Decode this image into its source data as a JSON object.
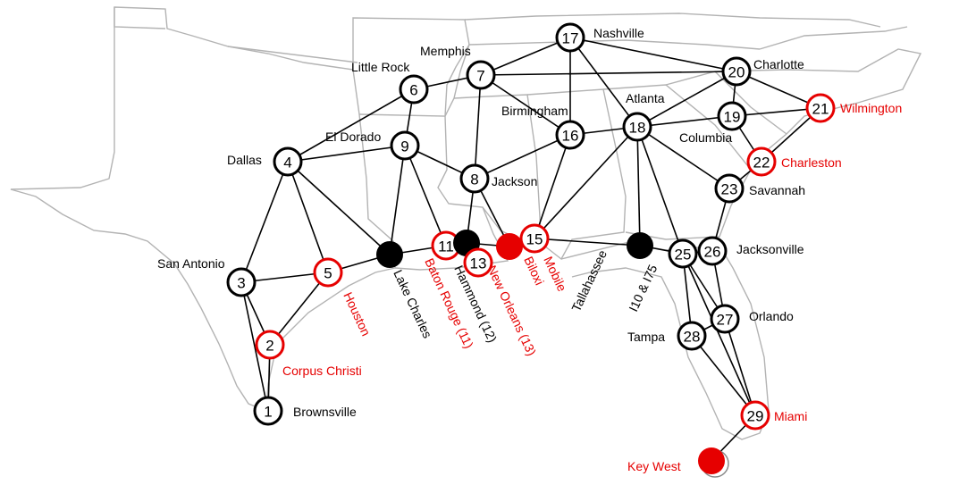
{
  "colors": {
    "normal": "#000000",
    "highlight": "#e60000",
    "outline": "#b3b3b3",
    "node_fill": "#ffffff"
  },
  "nodes": [
    {
      "id": "1",
      "num": "1",
      "style": "ring",
      "color": "black"
    },
    {
      "id": "2",
      "num": "2",
      "style": "ring",
      "color": "red"
    },
    {
      "id": "3",
      "num": "3",
      "style": "ring",
      "color": "black"
    },
    {
      "id": "4",
      "num": "4",
      "style": "ring",
      "color": "black"
    },
    {
      "id": "5",
      "num": "5",
      "style": "ring",
      "color": "red"
    },
    {
      "id": "6",
      "num": "6",
      "style": "ring",
      "color": "black"
    },
    {
      "id": "7",
      "num": "7",
      "style": "ring",
      "color": "black"
    },
    {
      "id": "8",
      "num": "8",
      "style": "ring",
      "color": "black"
    },
    {
      "id": "9",
      "num": "9",
      "style": "ring",
      "color": "black"
    },
    {
      "id": "11",
      "num": "11",
      "style": "ring",
      "color": "red"
    },
    {
      "id": "12",
      "num": "",
      "style": "filled",
      "color": "black"
    },
    {
      "id": "13",
      "num": "13",
      "style": "ring",
      "color": "red"
    },
    {
      "id": "14",
      "num": "",
      "style": "filled",
      "color": "red"
    },
    {
      "id": "15",
      "num": "15",
      "style": "ring",
      "color": "red"
    },
    {
      "id": "16",
      "num": "16",
      "style": "ring",
      "color": "black"
    },
    {
      "id": "17",
      "num": "17",
      "style": "ring",
      "color": "black"
    },
    {
      "id": "18",
      "num": "18",
      "style": "ring",
      "color": "black"
    },
    {
      "id": "19",
      "num": "19",
      "style": "ring",
      "color": "black"
    },
    {
      "id": "20",
      "num": "20",
      "style": "ring",
      "color": "black"
    },
    {
      "id": "21",
      "num": "21",
      "style": "ring",
      "color": "red"
    },
    {
      "id": "22",
      "num": "22",
      "style": "ring",
      "color": "red"
    },
    {
      "id": "23",
      "num": "23",
      "style": "ring",
      "color": "black"
    },
    {
      "id": "24",
      "num": "",
      "style": "filled",
      "color": "black"
    },
    {
      "id": "25",
      "num": "25",
      "style": "ring",
      "color": "black"
    },
    {
      "id": "26",
      "num": "26",
      "style": "ring",
      "color": "black"
    },
    {
      "id": "27",
      "num": "27",
      "style": "ring",
      "color": "black"
    },
    {
      "id": "28",
      "num": "28",
      "style": "ring",
      "color": "black"
    },
    {
      "id": "29",
      "num": "29",
      "style": "ring",
      "color": "red"
    },
    {
      "id": "30",
      "num": "",
      "style": "filled",
      "color": "red"
    },
    {
      "id": "10",
      "num": "",
      "style": "filled",
      "color": "black"
    }
  ],
  "edges": [
    [
      "1",
      "2"
    ],
    [
      "1",
      "3"
    ],
    [
      "2",
      "3"
    ],
    [
      "2",
      "5"
    ],
    [
      "3",
      "4"
    ],
    [
      "3",
      "5"
    ],
    [
      "4",
      "5"
    ],
    [
      "4",
      "6"
    ],
    [
      "4",
      "9"
    ],
    [
      "4",
      "10"
    ],
    [
      "5",
      "10"
    ],
    [
      "6",
      "7"
    ],
    [
      "6",
      "9"
    ],
    [
      "7",
      "8"
    ],
    [
      "7",
      "16"
    ],
    [
      "7",
      "17"
    ],
    [
      "7",
      "20"
    ],
    [
      "8",
      "9"
    ],
    [
      "8",
      "12"
    ],
    [
      "8",
      "14"
    ],
    [
      "9",
      "10"
    ],
    [
      "9",
      "11"
    ],
    [
      "10",
      "11"
    ],
    [
      "11",
      "12"
    ],
    [
      "12",
      "14"
    ],
    [
      "8",
      "16"
    ],
    [
      "14",
      "15"
    ],
    [
      "15",
      "16"
    ],
    [
      "15",
      "18"
    ],
    [
      "15",
      "24"
    ],
    [
      "16",
      "17"
    ],
    [
      "16",
      "18"
    ],
    [
      "17",
      "18"
    ],
    [
      "17",
      "20"
    ],
    [
      "18",
      "19"
    ],
    [
      "18",
      "20"
    ],
    [
      "18",
      "23"
    ],
    [
      "18",
      "24"
    ],
    [
      "18",
      "25"
    ],
    [
      "19",
      "20"
    ],
    [
      "19",
      "21"
    ],
    [
      "19",
      "22"
    ],
    [
      "20",
      "21"
    ],
    [
      "21",
      "22"
    ],
    [
      "22",
      "23"
    ],
    [
      "23",
      "26"
    ],
    [
      "24",
      "25"
    ],
    [
      "25",
      "26"
    ],
    [
      "25",
      "27"
    ],
    [
      "25",
      "28"
    ],
    [
      "26",
      "27"
    ],
    [
      "27",
      "28"
    ],
    [
      "27",
      "29"
    ],
    [
      "28",
      "29"
    ],
    [
      "25",
      "29"
    ],
    [
      "29",
      "30"
    ]
  ],
  "labels": [
    {
      "id": "brownsville",
      "text": "Brownsville",
      "color": "black",
      "rot": 0
    },
    {
      "id": "corpus-christi",
      "text": "Corpus Christi",
      "color": "red",
      "rot": 0
    },
    {
      "id": "san-antonio",
      "text": "San Antonio",
      "color": "black",
      "rot": 0
    },
    {
      "id": "dallas",
      "text": "Dallas",
      "color": "black",
      "rot": 0
    },
    {
      "id": "houston",
      "text": "Houston",
      "color": "red",
      "rot": 65
    },
    {
      "id": "lake-charles",
      "text": "Lake Charles",
      "color": "black",
      "rot": 65
    },
    {
      "id": "baton-rouge",
      "text": "Baton Rouge (11)",
      "color": "red",
      "rot": 65
    },
    {
      "id": "hammond",
      "text": "Hammond (12)",
      "color": "black",
      "rot": 65
    },
    {
      "id": "new-orleans",
      "text": "New Orleans (13)",
      "color": "red",
      "rot": 65
    },
    {
      "id": "biloxi",
      "text": "Biloxi",
      "color": "red",
      "rot": 65
    },
    {
      "id": "mobile",
      "text": "Mobile",
      "color": "red",
      "rot": 65
    },
    {
      "id": "tallahassee",
      "text": "Tallahassee",
      "color": "black",
      "rot": -65
    },
    {
      "id": "i10-i75",
      "text": "I10 & I75",
      "color": "black",
      "rot": -65
    },
    {
      "id": "little-rock",
      "text": "Little Rock",
      "color": "black",
      "rot": 0
    },
    {
      "id": "memphis",
      "text": "Memphis",
      "color": "black",
      "rot": 0
    },
    {
      "id": "el-dorado",
      "text": "El Dorado",
      "color": "black",
      "rot": 0
    },
    {
      "id": "jackson",
      "text": "Jackson",
      "color": "black",
      "rot": 0
    },
    {
      "id": "birmingham",
      "text": "Birmingham",
      "color": "black",
      "rot": 0
    },
    {
      "id": "nashville",
      "text": "Nashville",
      "color": "black",
      "rot": 0
    },
    {
      "id": "atlanta",
      "text": "Atlanta",
      "color": "black",
      "rot": 0
    },
    {
      "id": "charlotte",
      "text": "Charlotte",
      "color": "black",
      "rot": 0
    },
    {
      "id": "columbia",
      "text": "Columbia",
      "color": "black",
      "rot": 0
    },
    {
      "id": "wilmington",
      "text": "Wilmington",
      "color": "red",
      "rot": 0
    },
    {
      "id": "charleston",
      "text": "Charleston",
      "color": "red",
      "rot": 0
    },
    {
      "id": "savannah",
      "text": "Savannah",
      "color": "black",
      "rot": 0
    },
    {
      "id": "jacksonville",
      "text": "Jacksonville",
      "color": "black",
      "rot": 0
    },
    {
      "id": "orlando",
      "text": "Orlando",
      "color": "black",
      "rot": 0
    },
    {
      "id": "tampa",
      "text": "Tampa",
      "color": "black",
      "rot": 0
    },
    {
      "id": "miami",
      "text": "Miami",
      "color": "red",
      "rot": 0
    },
    {
      "id": "key-west",
      "text": "Key West",
      "color": "red",
      "rot": 0
    }
  ]
}
